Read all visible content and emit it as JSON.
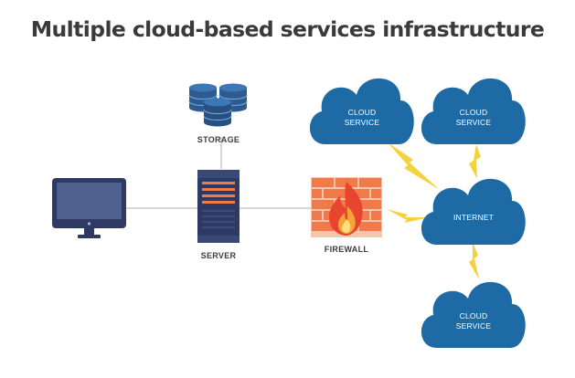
{
  "title": "Multiple cloud-based services infrastructure",
  "nodes": {
    "storage": "STORAGE",
    "server": "SERVER",
    "firewall": "FIREWALL",
    "internet": "INTERNET",
    "cloud_service_1": [
      "CLOUD",
      "SERVICE"
    ],
    "cloud_service_2": [
      "CLOUD",
      "SERVICE"
    ],
    "cloud_service_3": [
      "CLOUD",
      "SERVICE"
    ]
  },
  "colors": {
    "cloud_blue": "#1d6aa5",
    "device_navy": "#2e3a63",
    "firewall_brick": "#f07a4a",
    "flame_red": "#e8452f",
    "lightning_yellow": "#f4d23a",
    "connector_gray": "#c8c8c8"
  },
  "icons": [
    "monitor-icon",
    "database-icon",
    "server-rack-icon",
    "firewall-icon",
    "cloud-icon",
    "lightning-icon"
  ]
}
